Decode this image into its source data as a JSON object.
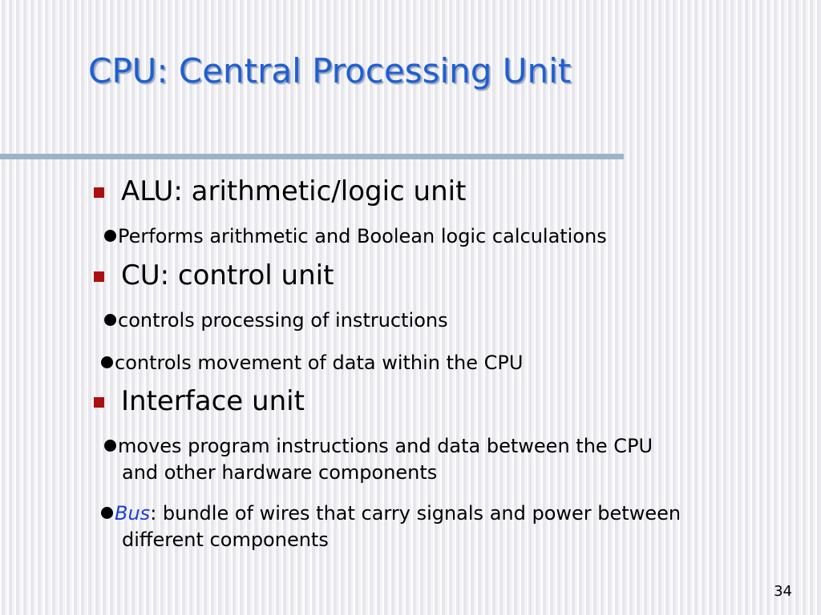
{
  "slide": {
    "title": "CPU: Central Processing Unit",
    "page_number": "34",
    "items": [
      {
        "label": "ALU: arithmetic/logic unit",
        "subitems": [
          "Performs arithmetic and Boolean logic calculations"
        ]
      },
      {
        "label": "CU: control unit",
        "subitems": [
          "controls processing of instructions",
          "controls movement of data within the CPU"
        ]
      },
      {
        "label": "Interface unit",
        "subitems": [
          {
            "line1": "moves program instructions and data between the CPU",
            "line2": "and other hardware components"
          },
          {
            "term": "Bus",
            "line1": ": bundle of wires that carry signals and power between",
            "line2": "different components"
          }
        ]
      }
    ]
  },
  "colors": {
    "title": "#1f5fd0",
    "rule": "#9db3c9",
    "bullet_square": "#aa1010",
    "term": "#1f3fd0"
  }
}
